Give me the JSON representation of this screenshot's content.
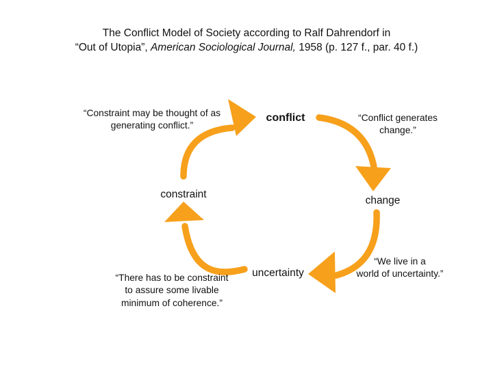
{
  "colors": {
    "arrow": "#F7A01B",
    "text": "#111111",
    "background": "#FFFFFF"
  },
  "title": {
    "line1": "The Conflict Model of Society according to Ralf Dahrendorf in",
    "line2_pre": "“Out of Utopia”, ",
    "line2_italic": "American Sociological Journal,",
    "line2_post": " 1958 (p. 127 f., par. 40 f.)"
  },
  "diagram": {
    "type": "cycle",
    "nodes": [
      {
        "id": "conflict",
        "label": "conflict",
        "emphasis": "bold"
      },
      {
        "id": "change",
        "label": "change"
      },
      {
        "id": "uncertainty",
        "label": "uncertainty"
      },
      {
        "id": "constraint",
        "label": "constraint"
      }
    ],
    "edges": [
      {
        "from": "constraint",
        "to": "conflict",
        "quote": [
          "“Constraint may be thought of as",
          "generating conflict.”"
        ]
      },
      {
        "from": "conflict",
        "to": "change",
        "quote": [
          "“Conflict generates",
          "change.”"
        ]
      },
      {
        "from": "change",
        "to": "uncertainty",
        "quote": [
          "“We live in a",
          "world of uncertainty.”"
        ]
      },
      {
        "from": "uncertainty",
        "to": "constraint",
        "quote": [
          "“There has to be constraint",
          "to assure some livable",
          "minimum of coherence.”"
        ]
      }
    ]
  }
}
